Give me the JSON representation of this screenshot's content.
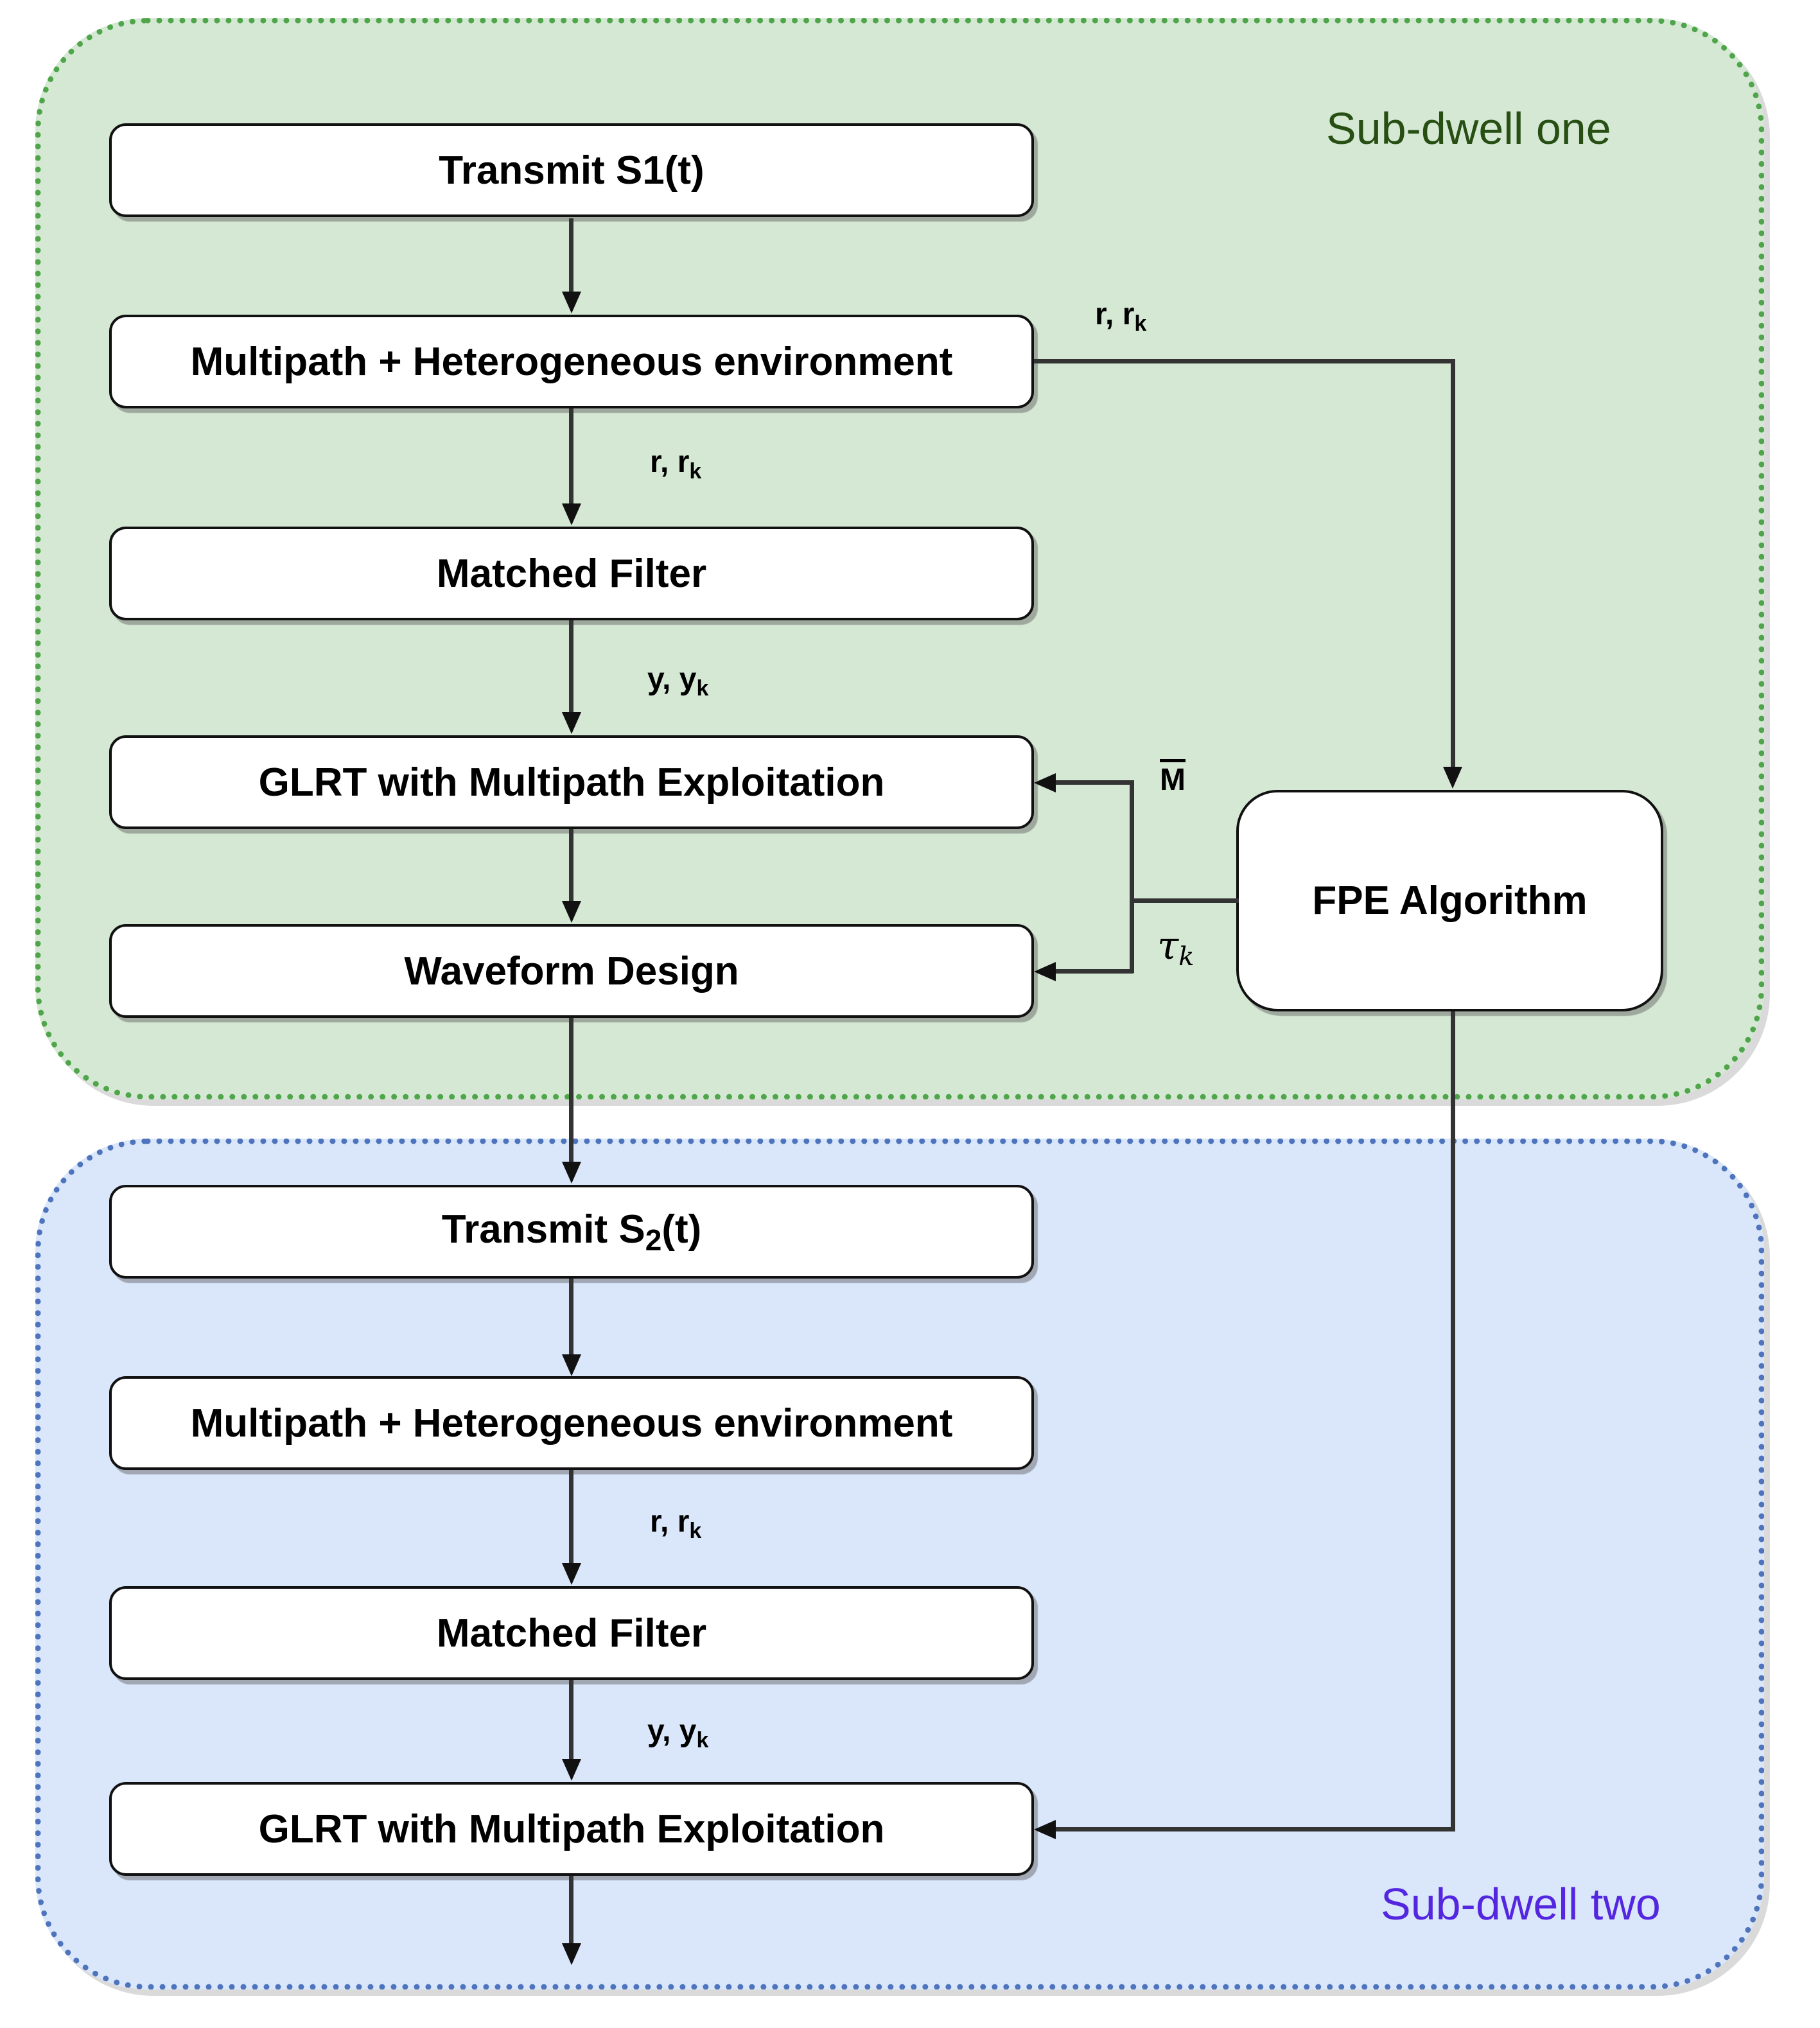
{
  "sub_dwell_one": {
    "label": "Sub-dwell one"
  },
  "sub_dwell_two": {
    "label": "Sub-dwell two"
  },
  "flow1": {
    "transmit": {
      "base": "Transmit S1(t)"
    },
    "environment": {
      "base": "Multipath + Heterogeneous environment"
    },
    "matched_filter": {
      "base": "Matched Filter"
    },
    "glrt": {
      "base": "GLRT with Multipath Exploitation"
    },
    "waveform_design": {
      "base": "Waveform Design"
    }
  },
  "fpe": {
    "label": "FPE Algorithm"
  },
  "flow2": {
    "transmit": {
      "base": "Transmit S",
      "sub": "2",
      "suffix": "(t)"
    },
    "environment": {
      "base": "Multipath + Heterogeneous environment"
    },
    "matched_filter": {
      "base": "Matched Filter"
    },
    "glrt": {
      "base": "GLRT with Multipath Exploitation"
    }
  },
  "signal_labels": {
    "branch_r": {
      "base": "r, r",
      "sub": "k"
    },
    "f1_r": {
      "base": "r, r",
      "sub": "k"
    },
    "f1_y": {
      "base": "y, y",
      "sub": "k"
    },
    "m_bar": {
      "base": "M"
    },
    "tau": {
      "base": "τ",
      "sub": "k"
    },
    "f2_r": {
      "base": "r, r",
      "sub": "k"
    },
    "f2_y": {
      "base": "y, y",
      "sub": "k"
    }
  },
  "colors": {
    "page_bg": "#ffffff",
    "green_fill": "#d5e8d4",
    "green_border": "#4fa54a",
    "green_label": "#274e13",
    "blue_fill": "#dae7fb",
    "blue_border": "#4e74bd",
    "blue_label": "#5426e0",
    "box_fill": "#ffffff",
    "box_border": "#111111",
    "line": "#333333",
    "text": "#000000"
  }
}
